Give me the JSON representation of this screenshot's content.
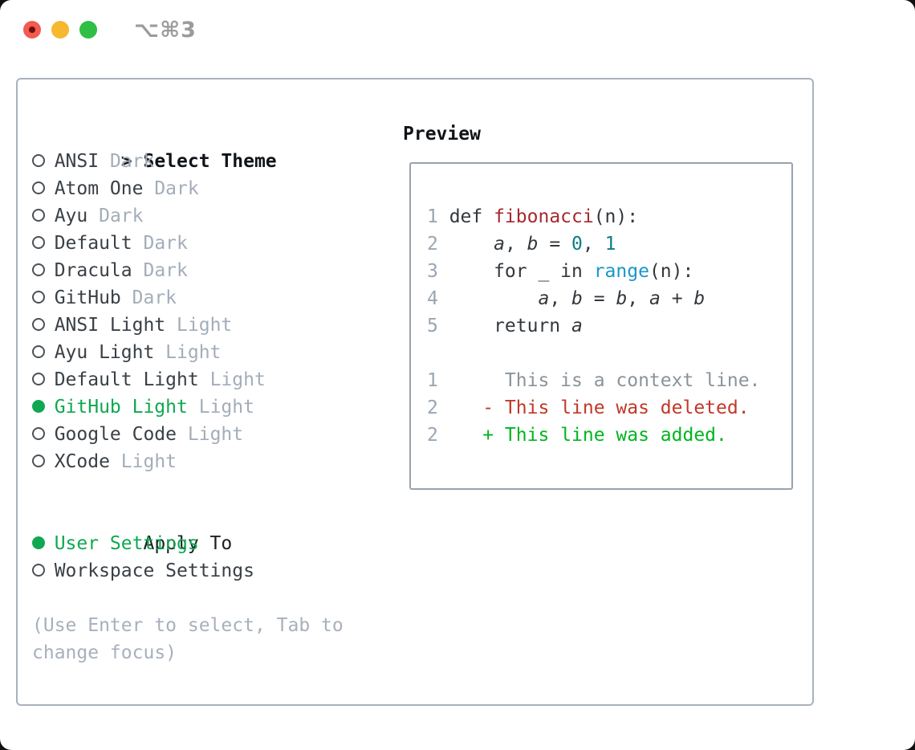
{
  "window": {
    "title": "⌥⌘3"
  },
  "titlebar": {
    "buttons": [
      "close",
      "minimize",
      "zoom"
    ]
  },
  "colors": {
    "selected_green": "#0fa850",
    "added_green": "#00b51f",
    "deleted_red": "#c13828",
    "function_red": "#a5292f",
    "number_teal": "#0c7d87",
    "builtin_blue": "#1d96c8",
    "text_dark": "#33383d",
    "muted_gray": "#a3adba",
    "line_number_gray": "#9aa5b3",
    "context_gray": "#8b939b",
    "panel_border_gray": "#aab2bb",
    "titlebar_text_gray": "#9b9b9b",
    "traffic_red": "#f15b51",
    "traffic_yellow": "#f5b82e",
    "traffic_green": "#2fbf45"
  },
  "theme_list": {
    "prompt": ">",
    "title": "Select Theme",
    "items": [
      {
        "name": "ANSI",
        "tag": "Dark",
        "selected": false
      },
      {
        "name": "Atom One",
        "tag": "Dark",
        "selected": false
      },
      {
        "name": "Ayu",
        "tag": "Dark",
        "selected": false
      },
      {
        "name": "Default",
        "tag": "Dark",
        "selected": false
      },
      {
        "name": "Dracula",
        "tag": "Dark",
        "selected": false
      },
      {
        "name": "GitHub",
        "tag": "Dark",
        "selected": false
      },
      {
        "name": "ANSI Light",
        "tag": "Light",
        "selected": false
      },
      {
        "name": "Ayu Light",
        "tag": "Light",
        "selected": false
      },
      {
        "name": "Default Light",
        "tag": "Light",
        "selected": false
      },
      {
        "name": "GitHub Light",
        "tag": "Light",
        "selected": true
      },
      {
        "name": "Google Code",
        "tag": "Light",
        "selected": false
      },
      {
        "name": "XCode",
        "tag": "Light",
        "selected": false
      }
    ]
  },
  "apply_to": {
    "title": "Apply To",
    "items": [
      {
        "name": "User Settings",
        "selected": true
      },
      {
        "name": "Workspace Settings",
        "selected": false
      }
    ]
  },
  "help": {
    "line1": "(Use Enter to select, Tab to",
    "line2": "change focus)"
  },
  "preview": {
    "title": "Preview",
    "lines": [
      {
        "num": "1",
        "type": "code",
        "segments": [
          {
            "t": "def ",
            "c": "plain"
          },
          {
            "t": "fibonacci",
            "c": "func"
          },
          {
            "t": "(n):",
            "c": "plain"
          }
        ]
      },
      {
        "num": "2",
        "type": "code",
        "segments": [
          {
            "t": "    ",
            "c": "plain"
          },
          {
            "t": "a",
            "c": "var"
          },
          {
            "t": ", ",
            "c": "plain"
          },
          {
            "t": "b",
            "c": "var"
          },
          {
            "t": " = ",
            "c": "plain"
          },
          {
            "t": "0",
            "c": "num"
          },
          {
            "t": ", ",
            "c": "plain"
          },
          {
            "t": "1",
            "c": "num"
          }
        ]
      },
      {
        "num": "3",
        "type": "code",
        "segments": [
          {
            "t": "    for _ in ",
            "c": "plain"
          },
          {
            "t": "range",
            "c": "builtin"
          },
          {
            "t": "(n):",
            "c": "plain"
          }
        ]
      },
      {
        "num": "4",
        "type": "code",
        "segments": [
          {
            "t": "        ",
            "c": "plain"
          },
          {
            "t": "a",
            "c": "var"
          },
          {
            "t": ", ",
            "c": "plain"
          },
          {
            "t": "b",
            "c": "var"
          },
          {
            "t": " = ",
            "c": "plain"
          },
          {
            "t": "b",
            "c": "var"
          },
          {
            "t": ", ",
            "c": "plain"
          },
          {
            "t": "a",
            "c": "var"
          },
          {
            "t": " + ",
            "c": "plain"
          },
          {
            "t": "b",
            "c": "var"
          }
        ]
      },
      {
        "num": "5",
        "type": "code",
        "segments": [
          {
            "t": "    return ",
            "c": "plain"
          },
          {
            "t": "a",
            "c": "var"
          }
        ]
      },
      {
        "num": "",
        "type": "blank",
        "segments": []
      },
      {
        "num": "1",
        "type": "context",
        "segments": [
          {
            "t": "     This is a context line.",
            "c": "context"
          }
        ]
      },
      {
        "num": "2",
        "type": "deleted",
        "segments": [
          {
            "t": "   - This line was deleted.",
            "c": "deleted"
          }
        ]
      },
      {
        "num": "2",
        "type": "added",
        "segments": [
          {
            "t": "   + This line was added.",
            "c": "added"
          }
        ]
      }
    ]
  }
}
